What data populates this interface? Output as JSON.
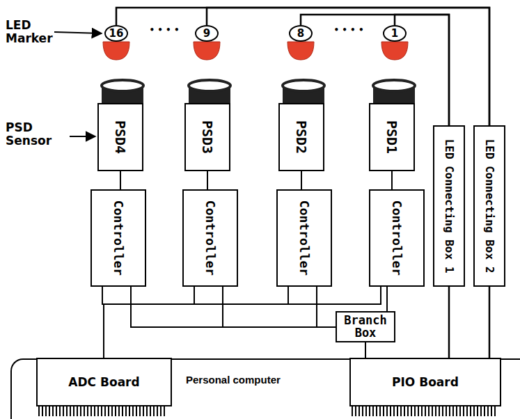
{
  "diagram": {
    "nodes": [
      {
        "text": [
          "16"
        ]
      },
      {
        "text": [
          "9"
        ]
      },
      {
        "text": [
          "8"
        ]
      },
      {
        "text": [
          "1"
        ]
      },
      {
        "text": [
          "PSD4"
        ]
      },
      {
        "text": [
          "PSD3"
        ]
      },
      {
        "text": [
          "PSD2"
        ]
      },
      {
        "text": [
          "PSD1"
        ]
      },
      {
        "text": [
          "Controller"
        ]
      },
      {
        "text": [
          "Controller"
        ]
      },
      {
        "text": [
          "Controller"
        ]
      },
      {
        "text": [
          "Controller"
        ]
      },
      {
        "text": [
          "LED Connecting Box 1"
        ]
      },
      {
        "text": [
          "LED Connecting Box 2"
        ]
      },
      {
        "text": [
          "Branch Box"
        ]
      },
      {
        "text": [
          "Personal computer"
        ]
      },
      {
        "text": [
          "ADC Board"
        ],
        "in": 15
      },
      {
        "text": [
          "PIO Board"
        ],
        "in": 15
      }
    ],
    "edges": [
      {
        "from": 4,
        "to": 8,
        "arrow": "none"
      },
      {
        "from": 5,
        "to": 9,
        "arrow": "none"
      },
      {
        "from": 6,
        "to": 10,
        "arrow": "none"
      },
      {
        "from": 7,
        "to": 11,
        "arrow": "none"
      },
      {
        "from": 8,
        "to": 16,
        "arrow": "none"
      },
      {
        "from": 9,
        "to": 16,
        "arrow": "none"
      },
      {
        "from": 10,
        "to": 16,
        "arrow": "none"
      },
      {
        "from": 11,
        "to": 16,
        "arrow": "none"
      },
      {
        "from": 8,
        "to": 14,
        "arrow": "none"
      },
      {
        "from": 9,
        "to": 14,
        "arrow": "none"
      },
      {
        "from": 10,
        "to": 14,
        "arrow": "none"
      },
      {
        "from": 11,
        "to": 14,
        "arrow": "none"
      },
      {
        "from": 14,
        "to": 17,
        "arrow": "none"
      },
      {
        "from": 12,
        "to": 17,
        "arrow": "none"
      },
      {
        "from": 13,
        "to": 17,
        "arrow": "none"
      },
      {
        "from": 12,
        "to": 2,
        "arrow": "none"
      },
      {
        "from": 12,
        "to": 3,
        "arrow": "none"
      },
      {
        "from": 13,
        "to": 0,
        "arrow": "none"
      },
      {
        "from": 13,
        "to": 1,
        "arrow": "none"
      }
    ],
    "labels": [
      "LED Marker",
      "• • • •",
      "• • • •",
      "PSD Sensor"
    ]
  }
}
